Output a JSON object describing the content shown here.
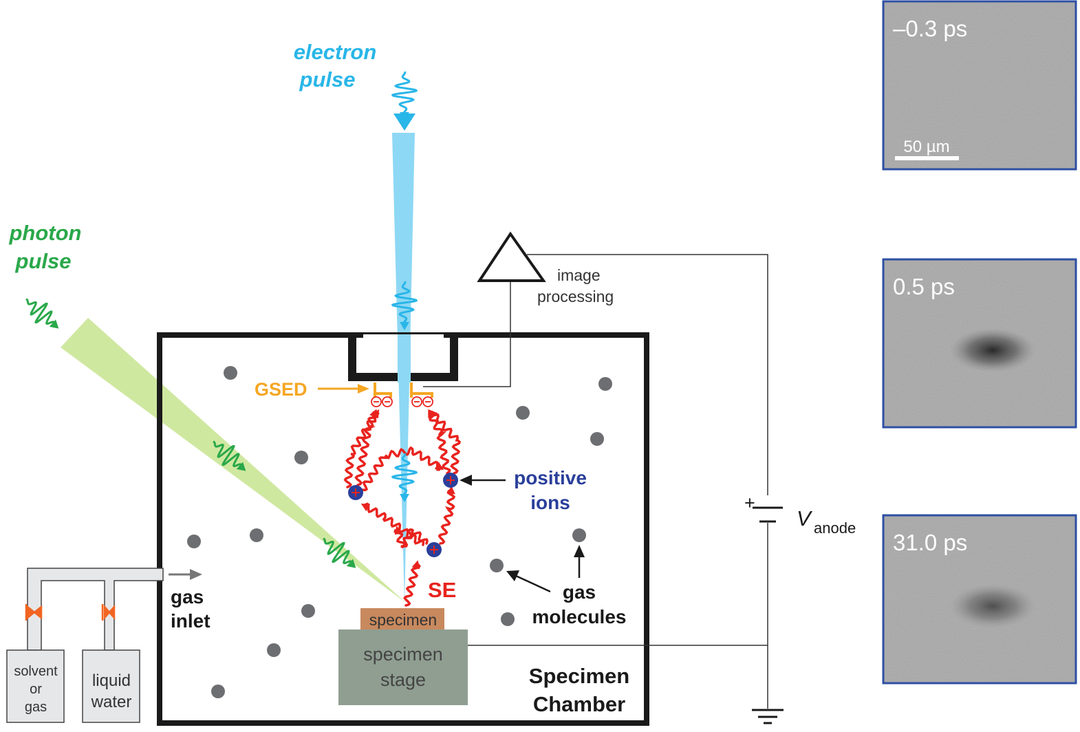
{
  "labels": {
    "electron_pulse_line1": "electron",
    "electron_pulse_line2": "pulse",
    "photon_pulse_line1": "photon",
    "photon_pulse_line2": "pulse",
    "image_processing_line1": "image",
    "image_processing_line2": "processing",
    "gsed": "GSED",
    "positive_ions_line1": "positive",
    "positive_ions_line2": "ions",
    "se": "SE",
    "gas_molecules_line1": "gas",
    "gas_molecules_line2": "molecules",
    "gas_inlet_line1": "gas",
    "gas_inlet_line2": "inlet",
    "specimen": "specimen",
    "specimen_stage_line1": "specimen",
    "specimen_stage_line2": "stage",
    "specimen_chamber_line1": "Specimen",
    "specimen_chamber_line2": "Chamber",
    "solvent_line1": "solvent",
    "solvent_line2": "or",
    "solvent_line3": "gas",
    "liquid_line1": "liquid",
    "liquid_line2": "water",
    "battery_plus": "+",
    "v_symbol": "V",
    "v_subscript": "anode"
  },
  "micrographs": [
    {
      "time_label": "–0.3 ps",
      "scale_bar_label": "50 µm",
      "spot_strength": 0
    },
    {
      "time_label": "0.5 ps",
      "scale_bar_label": "",
      "spot_strength": 0.85
    },
    {
      "time_label": "31.0 ps",
      "scale_bar_label": "",
      "spot_strength": 0.6
    }
  ],
  "colors": {
    "electron": "#29b6e8",
    "electron_beam": "#8dd8f4",
    "photon": "#2aa84a",
    "photon_beam": "#cfe8a0",
    "detector": "#f5a623",
    "secondary_electrons": "#e8231e",
    "ions": "#2a3f9b",
    "gas_molecule": "#6d6e71",
    "specimen": "#c8895e",
    "stage": "#8f9e91",
    "valve": "#f26522",
    "micrograph_frame": "#2e4fa3",
    "micrograph_bg": "#a7a7a7"
  }
}
